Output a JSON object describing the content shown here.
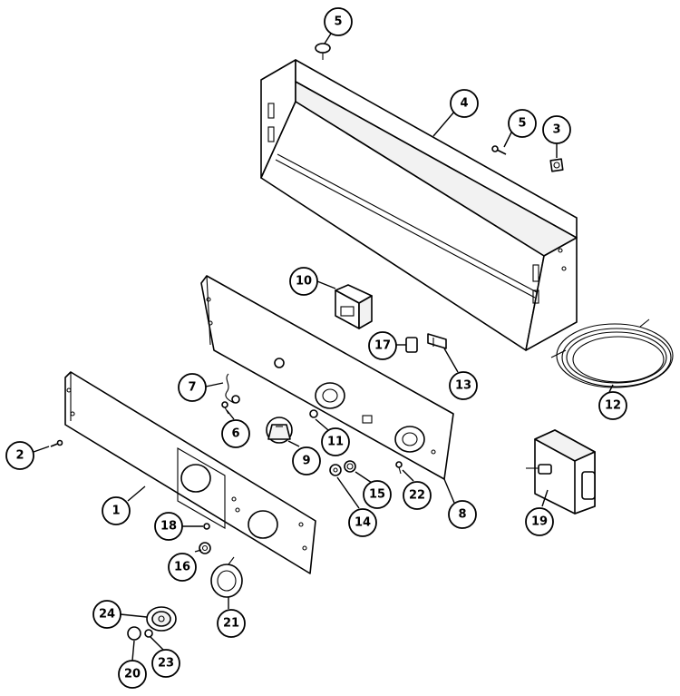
{
  "diagram": {
    "callouts": [
      "1",
      "2",
      "3",
      "4",
      "5",
      "5",
      "6",
      "7",
      "8",
      "9",
      "10",
      "11",
      "12",
      "13",
      "14",
      "15",
      "16",
      "17",
      "18",
      "19",
      "20",
      "21",
      "22",
      "23",
      "24"
    ]
  }
}
